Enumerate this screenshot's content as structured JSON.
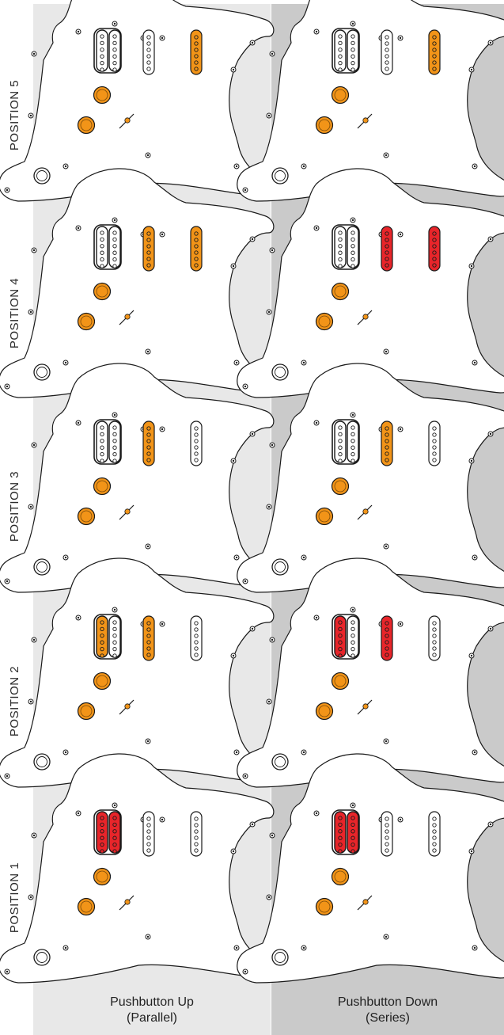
{
  "columns": [
    {
      "line1": "Pushbutton Up",
      "line2": "(Parallel)",
      "bg": "#e8e8e8"
    },
    {
      "line1": "Pushbutton Down",
      "line2": "(Series)",
      "bg": "#cacaca"
    }
  ],
  "colors": {
    "active": "#f29418",
    "series_active": "#e8252a",
    "off": "#ffffff",
    "outline": "#1a1a1a",
    "knob": "#f29418"
  },
  "rows": [
    {
      "label": "POSITION 5",
      "cells": [
        {
          "humbucker": [
            "off",
            "off"
          ],
          "middle": "off",
          "neck": "active"
        },
        {
          "humbucker": [
            "off",
            "off"
          ],
          "middle": "off",
          "neck": "active"
        }
      ]
    },
    {
      "label": "POSITION 4",
      "cells": [
        {
          "humbucker": [
            "off",
            "off"
          ],
          "middle": "active",
          "neck": "active"
        },
        {
          "humbucker": [
            "off",
            "off"
          ],
          "middle": "series",
          "neck": "series"
        }
      ]
    },
    {
      "label": "POSITION 3",
      "cells": [
        {
          "humbucker": [
            "off",
            "off"
          ],
          "middle": "active",
          "neck": "off"
        },
        {
          "humbucker": [
            "off",
            "off"
          ],
          "middle": "active",
          "neck": "off"
        }
      ]
    },
    {
      "label": "POSITION 2",
      "cells": [
        {
          "humbucker": [
            "active",
            "off"
          ],
          "middle": "active",
          "neck": "off"
        },
        {
          "humbucker": [
            "series",
            "off"
          ],
          "middle": "series",
          "neck": "off"
        }
      ]
    },
    {
      "label": "POSITION 1",
      "cells": [
        {
          "humbucker": [
            "series",
            "series"
          ],
          "middle": "off",
          "neck": "off"
        },
        {
          "humbucker": [
            "series",
            "series"
          ],
          "middle": "off",
          "neck": "off"
        }
      ]
    }
  ]
}
